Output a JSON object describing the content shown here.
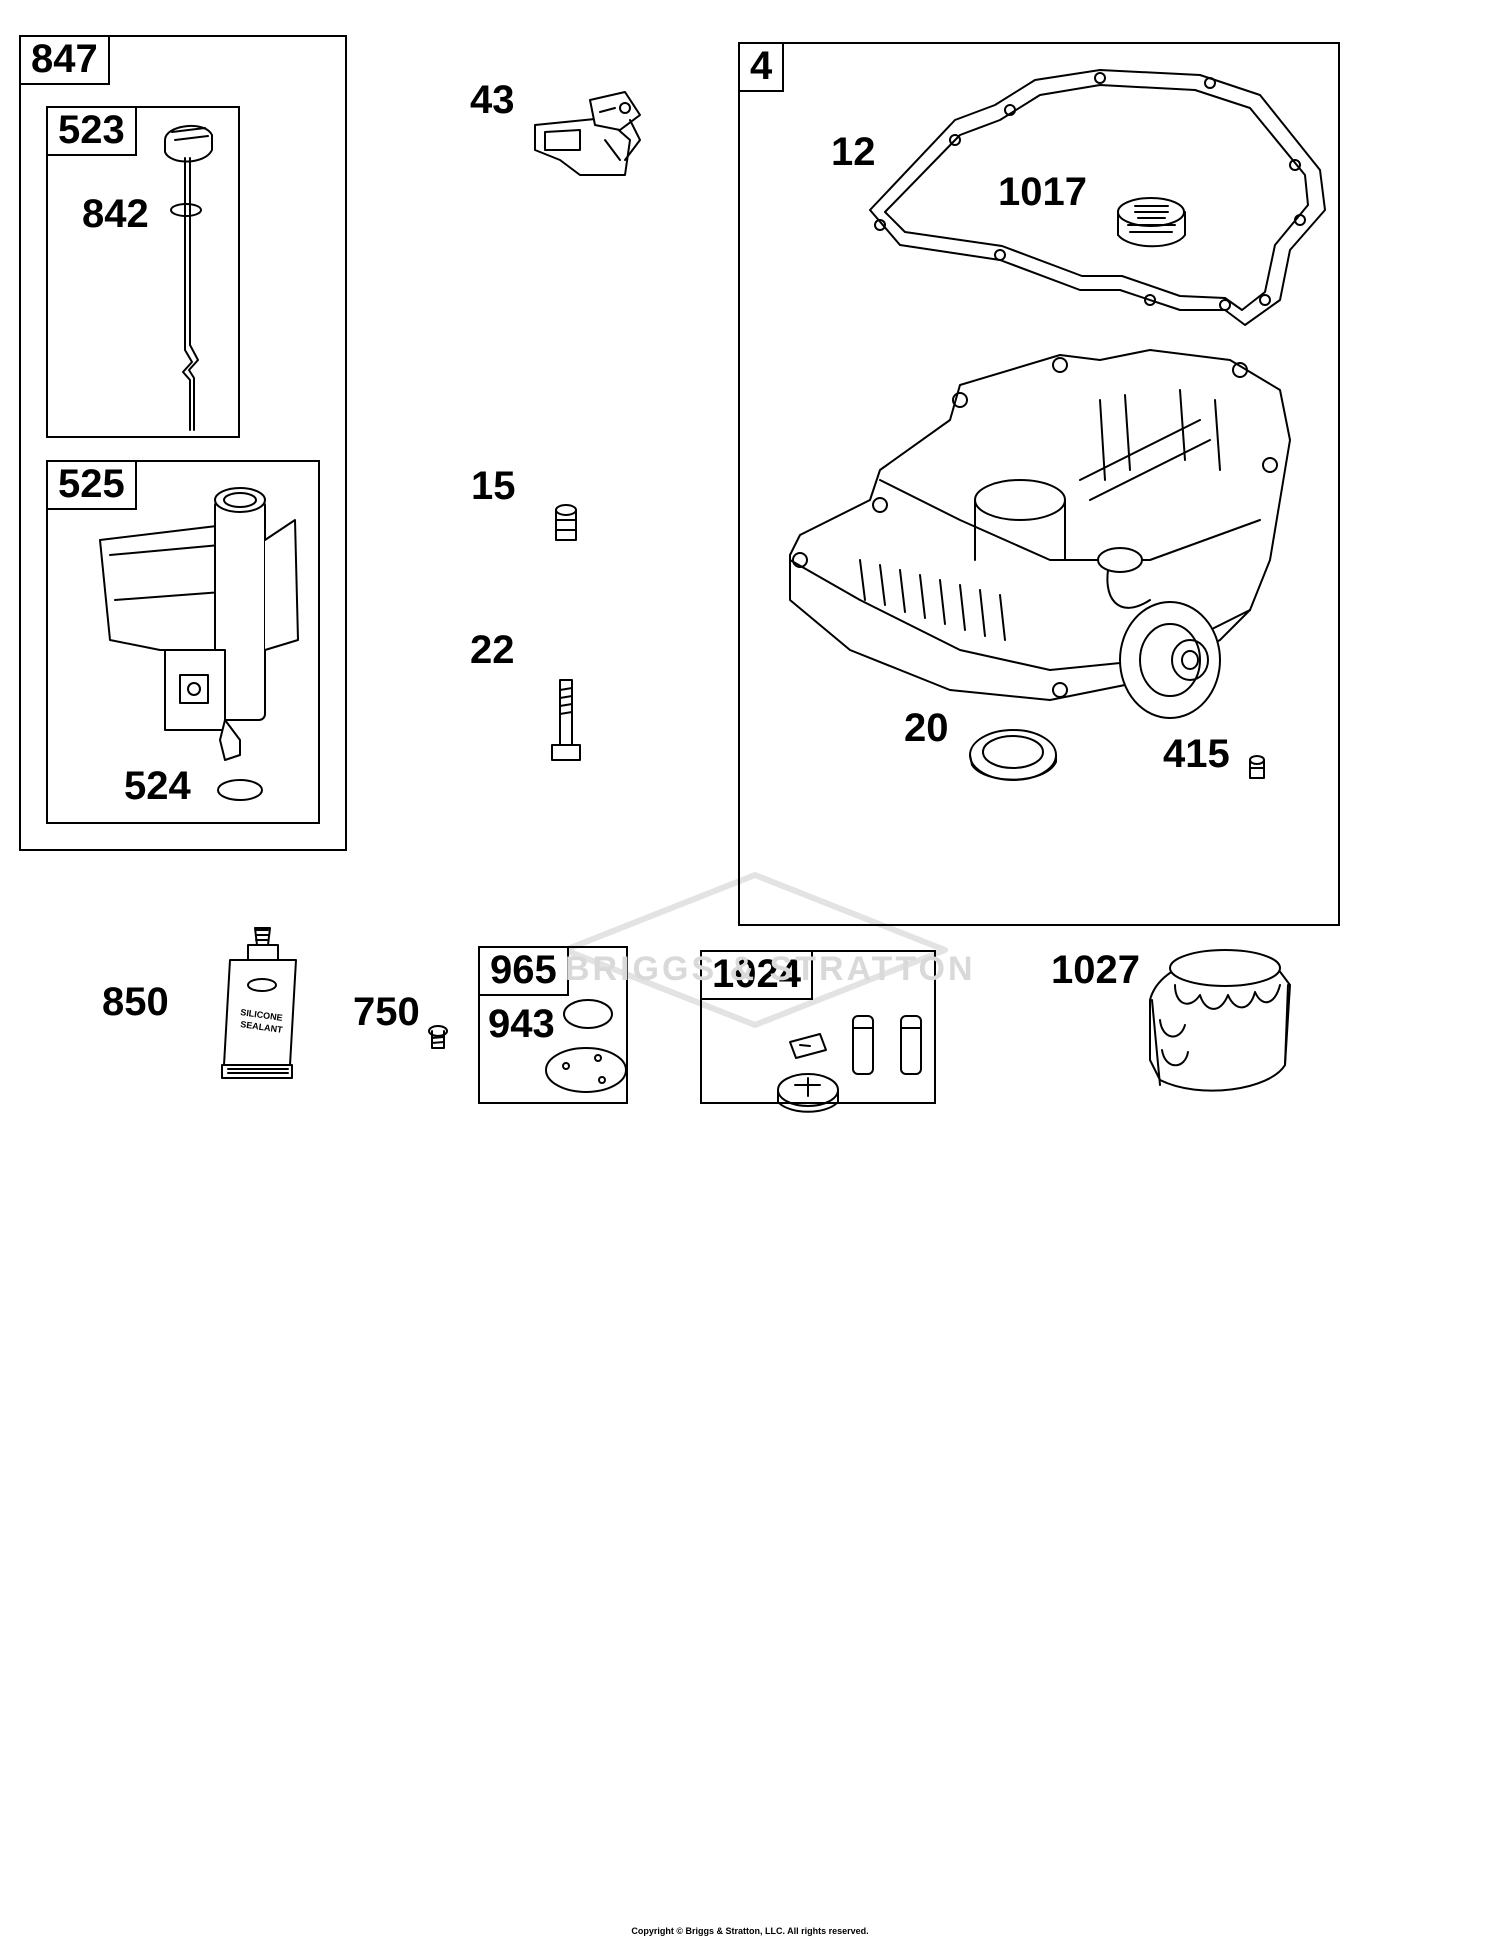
{
  "diagram": {
    "watermark": "BRIGGS & STRATTON",
    "copyright": "Copyright © Briggs & Stratton, LLC. All rights reserved.",
    "labels": {
      "p847": "847",
      "p523": "523",
      "p842": "842",
      "p525": "525",
      "p524": "524",
      "p43": "43",
      "p15": "15",
      "p22": "22",
      "p4": "4",
      "p12": "12",
      "p1017": "1017",
      "p20": "20",
      "p415": "415",
      "p850": "850",
      "p750": "750",
      "p965": "965",
      "p943": "943",
      "p1024": "1024",
      "p1027": "1027"
    },
    "tube_text": [
      "SILICONE",
      "SEALANT"
    ]
  }
}
